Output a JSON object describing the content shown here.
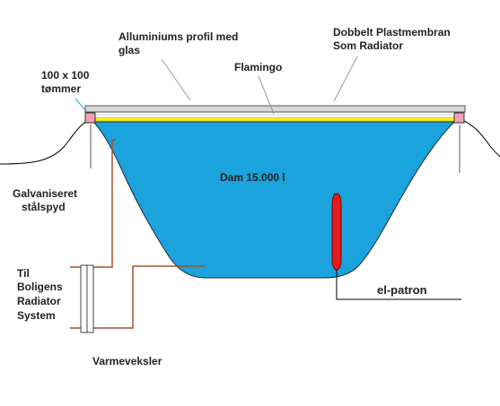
{
  "labels": {
    "profile_line1": "Alluminiums profil med",
    "profile_line2": "glas",
    "membrane_line1": "Dobbelt Plastmembran",
    "membrane_line2": "Som Radiator",
    "flamingo": "Flamingo",
    "timber_line1": "100 x 100",
    "timber_line2": "tømmer",
    "dam": "Dam 15.000 l",
    "spike_line1": "Galvaniseret",
    "spike_line2": "stålspyd",
    "system_line1": "Til",
    "system_line2": "Boligens",
    "system_line3": "Radiator",
    "system_line4": "System",
    "element": "el-patron",
    "exchanger": "Varmeveksler"
  },
  "colors": {
    "water": "#1aa3dc",
    "flamingo": "#f5ee2a",
    "profile": "#d8d8d8",
    "timber": "#f4a0b4",
    "pipe": "#a0522d",
    "heater": "#e21b1b",
    "leader": "#9a9a9a"
  }
}
